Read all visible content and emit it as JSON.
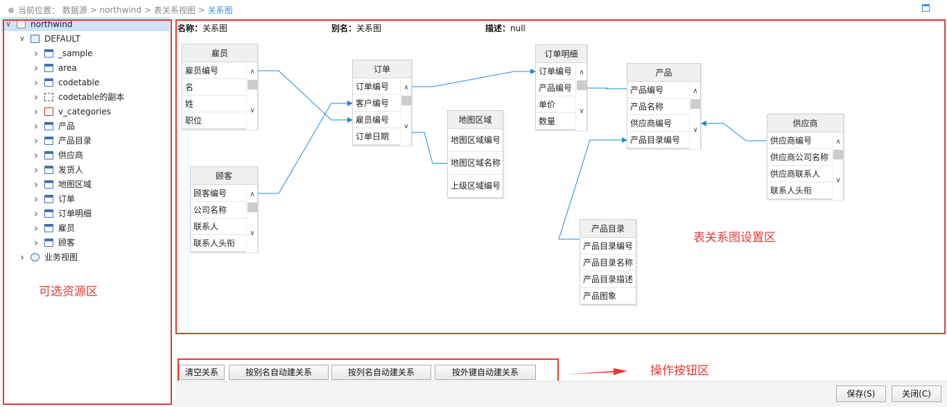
{
  "breadcrumb": {
    "prefix": "当前位置：",
    "items": [
      "数据源",
      "northwind",
      "表关系视图"
    ],
    "current": "关系图",
    "separator": ">"
  },
  "tree": [
    {
      "label": "northwind",
      "icon": "database-icon",
      "expanded": true,
      "selected": true
    },
    {
      "label": "DEFAULT",
      "icon": "schema-icon",
      "expanded": true
    },
    {
      "label": "_sample",
      "icon": "table-icon"
    },
    {
      "label": "area",
      "icon": "table-icon"
    },
    {
      "label": "codetable",
      "icon": "table-icon"
    },
    {
      "label": "codetable的副本",
      "icon": "copy-table-icon"
    },
    {
      "label": "v_categories",
      "icon": "view-icon"
    },
    {
      "label": "产品",
      "icon": "table-icon"
    },
    {
      "label": "产品目录",
      "icon": "table-icon"
    },
    {
      "label": "供应商",
      "icon": "table-icon"
    },
    {
      "label": "发货人",
      "icon": "table-icon"
    },
    {
      "label": "地图区域",
      "icon": "table-icon"
    },
    {
      "label": "订单",
      "icon": "table-icon"
    },
    {
      "label": "订单明细",
      "icon": "table-icon"
    },
    {
      "label": "雇员",
      "icon": "table-icon"
    },
    {
      "label": "顾客",
      "icon": "table-icon"
    },
    {
      "label": "业务视图",
      "icon": "business-view-icon"
    }
  ],
  "meta": {
    "name_label": "名称：",
    "name_value": "关系图",
    "alias_label": "别名：",
    "alias_value": "关系图",
    "desc_label": "描述：",
    "desc_value": "null"
  },
  "tables": [
    {
      "name": "雇员",
      "fields": [
        "雇员编号",
        "名",
        "姓",
        "职位"
      ],
      "scroll": true
    },
    {
      "name": "顾客",
      "fields": [
        "顾客编号",
        "公司名称",
        "联系人",
        "联系人头衔"
      ],
      "scroll": true
    },
    {
      "name": "订单",
      "fields": [
        "订单编号",
        "客户编号",
        "雇员编号",
        "订单日期"
      ],
      "scroll": true
    },
    {
      "name": "地图区域",
      "fields": [
        "地图区域编号",
        "地图区域名称",
        "上级区域编号"
      ],
      "scroll": false
    },
    {
      "name": "订单明细",
      "fields": [
        "订单编号",
        "产品编号",
        "单价",
        "数量"
      ],
      "scroll": true
    },
    {
      "name": "产品",
      "fields": [
        "产品编号",
        "产品名称",
        "供应商编号",
        "产品目录编号"
      ],
      "scroll": true
    },
    {
      "name": "供应商",
      "fields": [
        "供应商编号",
        "供应商公司名称",
        "供应商联系人",
        "联系人头衔"
      ],
      "scroll": true
    },
    {
      "name": "产品目录",
      "fields": [
        "产品目录编号",
        "产品目录名称",
        "产品目录描述",
        "产品图象"
      ],
      "scroll": false
    }
  ],
  "relations": [
    {
      "from": "雇员.雇员编号",
      "to": "订单.雇员编号"
    },
    {
      "from": "顾客.顾客编号",
      "to": "订单.客户编号"
    },
    {
      "from": "订单.订单编号",
      "to": "订单明细.订单编号"
    },
    {
      "from": "订单.订单日期",
      "to": "地图区域.地图区域名称"
    },
    {
      "from": "订单明细.产品编号",
      "to": "产品.产品编号"
    },
    {
      "from": "供应商.供应商编号",
      "to": "产品.供应商编号"
    },
    {
      "from": "产品目录.产品目录编号",
      "to": "产品.产品目录编号"
    }
  ],
  "buttons": {
    "clear": "清空关系",
    "by_alias": "按别名自动建关系",
    "by_column": "按列名自动建关系",
    "by_fk": "按外键自动建关系",
    "save": "保存(S)",
    "close": "关闭(C)"
  },
  "annotations": {
    "resource_area": "可选资源区",
    "relation_area": "表关系图设置区",
    "button_area": "操作按钮区"
  },
  "colors": {
    "annotation": "#e53935",
    "link": "#1e8ad6",
    "selected": "#cde3f6",
    "breadcrumb_current": "#3a8ee6"
  }
}
